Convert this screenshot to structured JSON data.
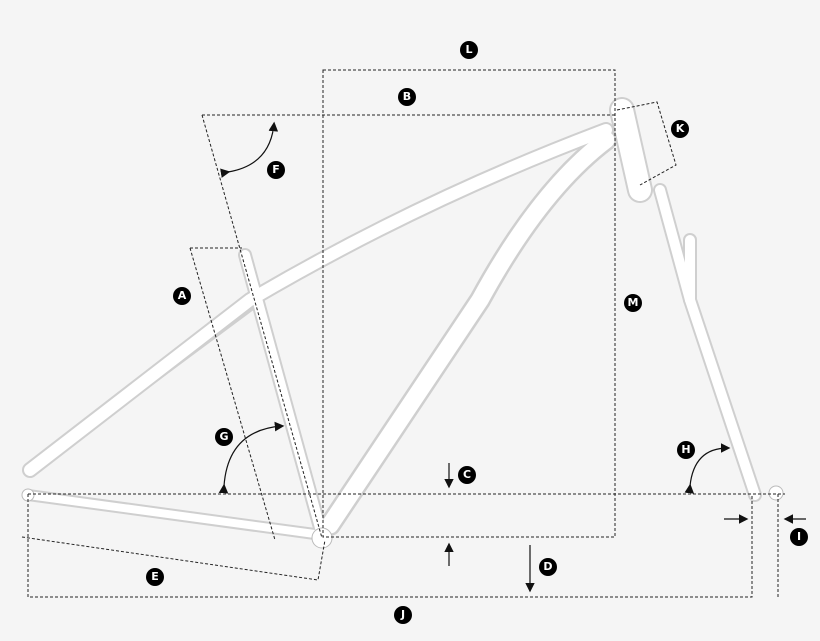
{
  "labels": {
    "A": "A",
    "B": "B",
    "C": "C",
    "D": "D",
    "E": "E",
    "F": "F",
    "G": "G",
    "H": "H",
    "I": "I",
    "J": "J",
    "K": "K",
    "L": "L",
    "M": "M"
  },
  "colors": {
    "background": "#f5f5f5",
    "frame": "#ffffff",
    "frame_shade": "#cfcfcf",
    "dimension_lines": "#222222",
    "badge": "#000000"
  }
}
